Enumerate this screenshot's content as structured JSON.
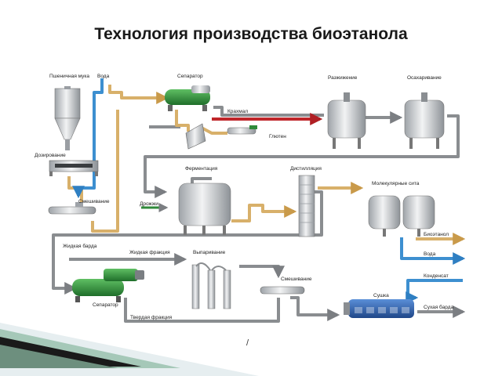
{
  "title": "Технология производства биоэтанола",
  "slide_mark": "/",
  "colors": {
    "pipe_gray": "#8a8d90",
    "pipe_tan": "#d8b06a",
    "pipe_blue": "#3d8fd0",
    "pipe_red": "#c0262a",
    "machine_green": "#2f8a3a",
    "tank_steel": "#c8ccd0",
    "dryer_blue": "#2d5ea8"
  },
  "labels": {
    "flour": "Пшеничная мука",
    "water_top": "Вода",
    "separator_top": "Сепаратор",
    "liquefaction": "Разжижение",
    "saccharification": "Осахаривание",
    "starch": "Крахмал",
    "gluten": "Глютен",
    "dosing": "Дозирование",
    "mixing_left": "Смешивание",
    "fermentation": "Ферментация",
    "distillation": "Дистилляция",
    "yeast": "Дрожжи",
    "mol_sieves": "Молекулярные сита",
    "bioethanol": "Биоэтанол",
    "water_right": "Вода",
    "liquid_stillage": "Жидкая барда",
    "liquid_fraction": "Жидкая фракция",
    "evaporation": "Выпаривание",
    "mixing_right": "Смешивание",
    "condensate": "Конденсат",
    "drying": "Сушка",
    "separator_bottom": "Сепаратор",
    "solid_fraction": "Твердая фракция",
    "dry_stillage": "Сухая барда"
  }
}
